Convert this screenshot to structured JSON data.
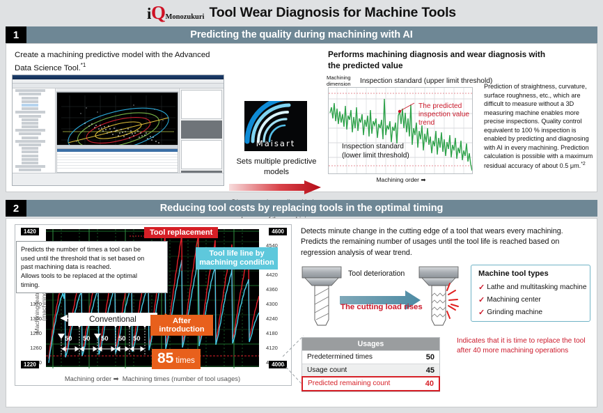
{
  "header": {
    "logo_i": "i",
    "logo_q": "Q",
    "logo_mono": "Monozukuri",
    "title": "Tool Wear Diagnosis for Machine Tools"
  },
  "section1": {
    "number": "1",
    "title": "Predicting the quality during machining with AI",
    "lead": "Create a machining predictive model with the Advanced Data Science Tool.",
    "lead_sup": "*1",
    "maisart_label": "Maisart",
    "mid_caption_1": "Sets multiple predictive models",
    "mid_caption_2": "Diagnoses the quality with the predictive models according to changes of the machining condition",
    "right_title": "Performs machining diagnosis and wear diagnosis with the predicted value",
    "axis_y_label": "Machining dimension",
    "upper_limit_label": "Inspection standard (upper limit threshold)",
    "lower_limit_label": "Inspection standard\n(lower limit threshold)",
    "lower_limit_l1": "Inspection standard",
    "lower_limit_l2": "(lower limit threshold)",
    "predicted_label": "The predicted inspection value trend",
    "axis_x_label": "Machining order ➡",
    "right_text": "Prediction of straightness, curvature, surface roughness, etc., which are difficult to measure without a 3D measuring machine enables more precise inspections. Quality control equivalent to 100 % inspection is enabled by predicting and diagnosing with AI in every machining. Prediction calculation is possible with a maximum residual accuracy of about 0.5 μm.",
    "right_text_sup": "*2"
  },
  "section2": {
    "number": "2",
    "title": "Reducing tool costs by replacing tools in the optimal timing",
    "callout": "Predicts the number of times a tool can be used until the threshold that is set based on past machining data is reached.\nAllows tools to be replaced at the optimal timing.",
    "callout_l1": "Predicts the number of times a tool can be",
    "callout_l2": "used until the threshold that is set based on",
    "callout_l3": "past machining data is reached.",
    "callout_l4": "Allows tools to be replaced at the optimal",
    "callout_l5": "timing.",
    "badge_tool_replacement": "Tool replacement",
    "badge_tool_life_l1": "Tool life line by",
    "badge_tool_life_l2": "machining condition",
    "badge_conventional": "Conventional",
    "badge_after_introduction": "After introduction",
    "badge_count_number": "85",
    "badge_count_unit": "times",
    "interval_label": "50",
    "y_axis_label_l1": "Machining feature amount",
    "y_axis_label_l2": "(machining load)",
    "x_axis_label_left": "Machining order ➡",
    "x_axis_label_right": "Machining times (number of tool usages)",
    "right_text": "Detects minute change in the cutting edge of a tool that wears every machining. Predicts the remaining number of usages until the tool life is reached based on regression analysis of wear trend.",
    "tool_deterioration": "Tool deterioration",
    "cutting_load": "The cutting load rises",
    "machine_tool_types_title": "Machine tool types",
    "machine_tool_types": [
      "Lathe and multitasking machine",
      "Machining center",
      "Grinding machine"
    ],
    "usages_table": {
      "header": "Usages",
      "rows": [
        {
          "label": "Predetermined times",
          "value": "50"
        },
        {
          "label": "Usage count",
          "value": "45"
        },
        {
          "label": "Predicted remaining count",
          "value": "40"
        }
      ]
    },
    "usages_note": "Indicates that it is time to replace the tool after 40 more machining operations"
  },
  "colors": {
    "section_bar": "#6e8795",
    "accent_red": "#d61f26",
    "accent_orange": "#e8601c",
    "accent_cyan": "#5ec8dc",
    "accent_green": "#2ea24a"
  },
  "chart_data": [
    {
      "type": "line",
      "id": "predicted-inspection-trend",
      "title": "Performs machining diagnosis and wear diagnosis with the predicted value",
      "xlabel": "Machining order",
      "ylabel": "Machining dimension",
      "grid": true,
      "legend": [
        "The predicted inspection value trend"
      ],
      "annotations": [
        "Inspection standard (upper limit threshold)",
        "Inspection standard (lower limit threshold)"
      ],
      "series": [
        {
          "name": "predicted inspection value",
          "color": "#2ea24a",
          "values": [
            72,
            78,
            64,
            83,
            60,
            75,
            55,
            70,
            58,
            66,
            52,
            74,
            49,
            63,
            57,
            68,
            44,
            61,
            50,
            72,
            46,
            58,
            54,
            65,
            41,
            56,
            48,
            62,
            38,
            69,
            43,
            55,
            50,
            60,
            36,
            52,
            45,
            58,
            34,
            84,
            40,
            50,
            47,
            55,
            30,
            48,
            42,
            53,
            28,
            44,
            57,
            62,
            50,
            66,
            45,
            60,
            38,
            54,
            32,
            72,
            26,
            45,
            36,
            50,
            22,
            40,
            30,
            48,
            18,
            38,
            25,
            42,
            20,
            36,
            14,
            33,
            27,
            44,
            12,
            30,
            22,
            38,
            16,
            28,
            10,
            26,
            20,
            34,
            8,
            24,
            18,
            30,
            6,
            20,
            14,
            28,
            4,
            18,
            10,
            2
          ]
        }
      ],
      "upper_limit": 95,
      "lower_limit": 5
    },
    {
      "type": "line",
      "id": "tool-wear-load-trend",
      "title": "Reducing tool costs by replacing tools in the optimal timing",
      "xlabel": "Machining order / Machining times (number of tool usages)",
      "ylabel": "Machining feature amount (machining load)",
      "grid": true,
      "y_left_ticks": [
        1420,
        1400,
        1380,
        1360,
        1340,
        1320,
        1300,
        1280,
        1260,
        1240,
        1220
      ],
      "y_left_labeled": [
        1420,
        1340,
        1320,
        1300,
        1280,
        1260,
        1240,
        1220
      ],
      "y_right_ticks": [
        4600,
        4540,
        4480,
        4420,
        4360,
        4300,
        4240,
        4180,
        4120,
        4060,
        4000
      ],
      "ylim_left": [
        1220,
        1420
      ],
      "ylim_right": [
        4000,
        4600
      ],
      "series": [
        {
          "name": "machining load (measured)",
          "color": "#e8202b"
        },
        {
          "name": "tool life line by machining condition",
          "color": "#5ec8dc"
        }
      ],
      "threshold_line": 1240,
      "conventional_intervals": [
        "50",
        "50",
        "50",
        "50",
        "50"
      ],
      "after_introduction_count": 85,
      "annotations": [
        "Tool replacement",
        "Tool life line by machining condition",
        "Conventional",
        "After introduction",
        "85 times"
      ]
    },
    {
      "type": "table",
      "id": "usages-table",
      "title": "Usages",
      "columns": [
        "item",
        "value"
      ],
      "rows": [
        [
          "Predetermined times",
          50
        ],
        [
          "Usage count",
          45
        ],
        [
          "Predicted remaining count",
          40
        ]
      ]
    }
  ]
}
